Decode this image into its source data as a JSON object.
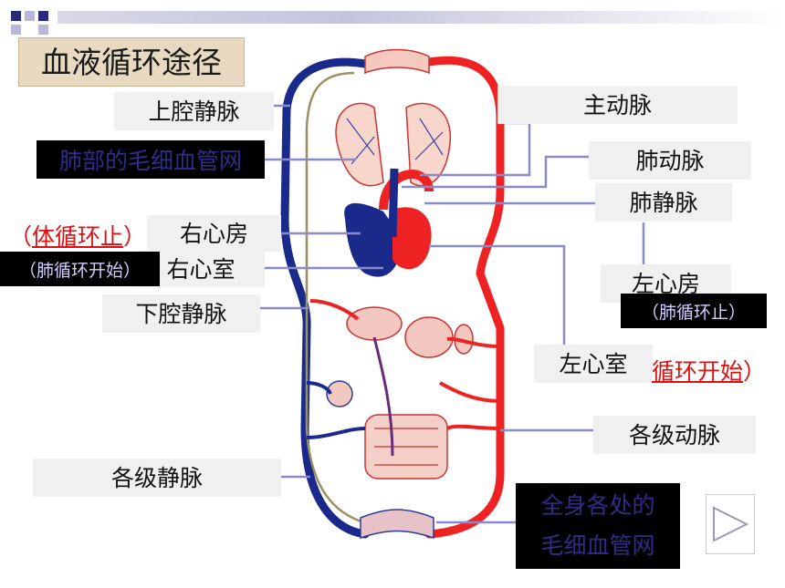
{
  "title": "血液循环途径",
  "labels": {
    "superior_vena_cava": "上腔静脉",
    "pulmonary_capillaries": "肺部的毛细血管网",
    "aorta": "主动脉",
    "pulmonary_artery": "肺动脉",
    "pulmonary_vein": "肺静脉",
    "right_atrium": "右心房",
    "right_ventricle": "右心室",
    "inferior_vena_cava": "下腔静脉",
    "left_atrium": "左心房",
    "left_ventricle": "左心室",
    "arteries": "各级动脉",
    "veins": "各级静脉",
    "body_capillaries_line1": "全身各处的",
    "body_capillaries_line2": "毛细血管网"
  },
  "notes": {
    "systemic_end_open": "（",
    "systemic_end": "体循环止",
    "systemic_end_close": "）",
    "pulmonary_start": "（肺循环开始）",
    "pulmonary_end": "（肺循环止）",
    "systemic_start": "循环开始",
    "systemic_start_close": "）"
  },
  "colors": {
    "artery": "#ee2222",
    "vein": "#1a2a8a",
    "leader": "#8a8ac8",
    "note_red": "#dd1111"
  }
}
